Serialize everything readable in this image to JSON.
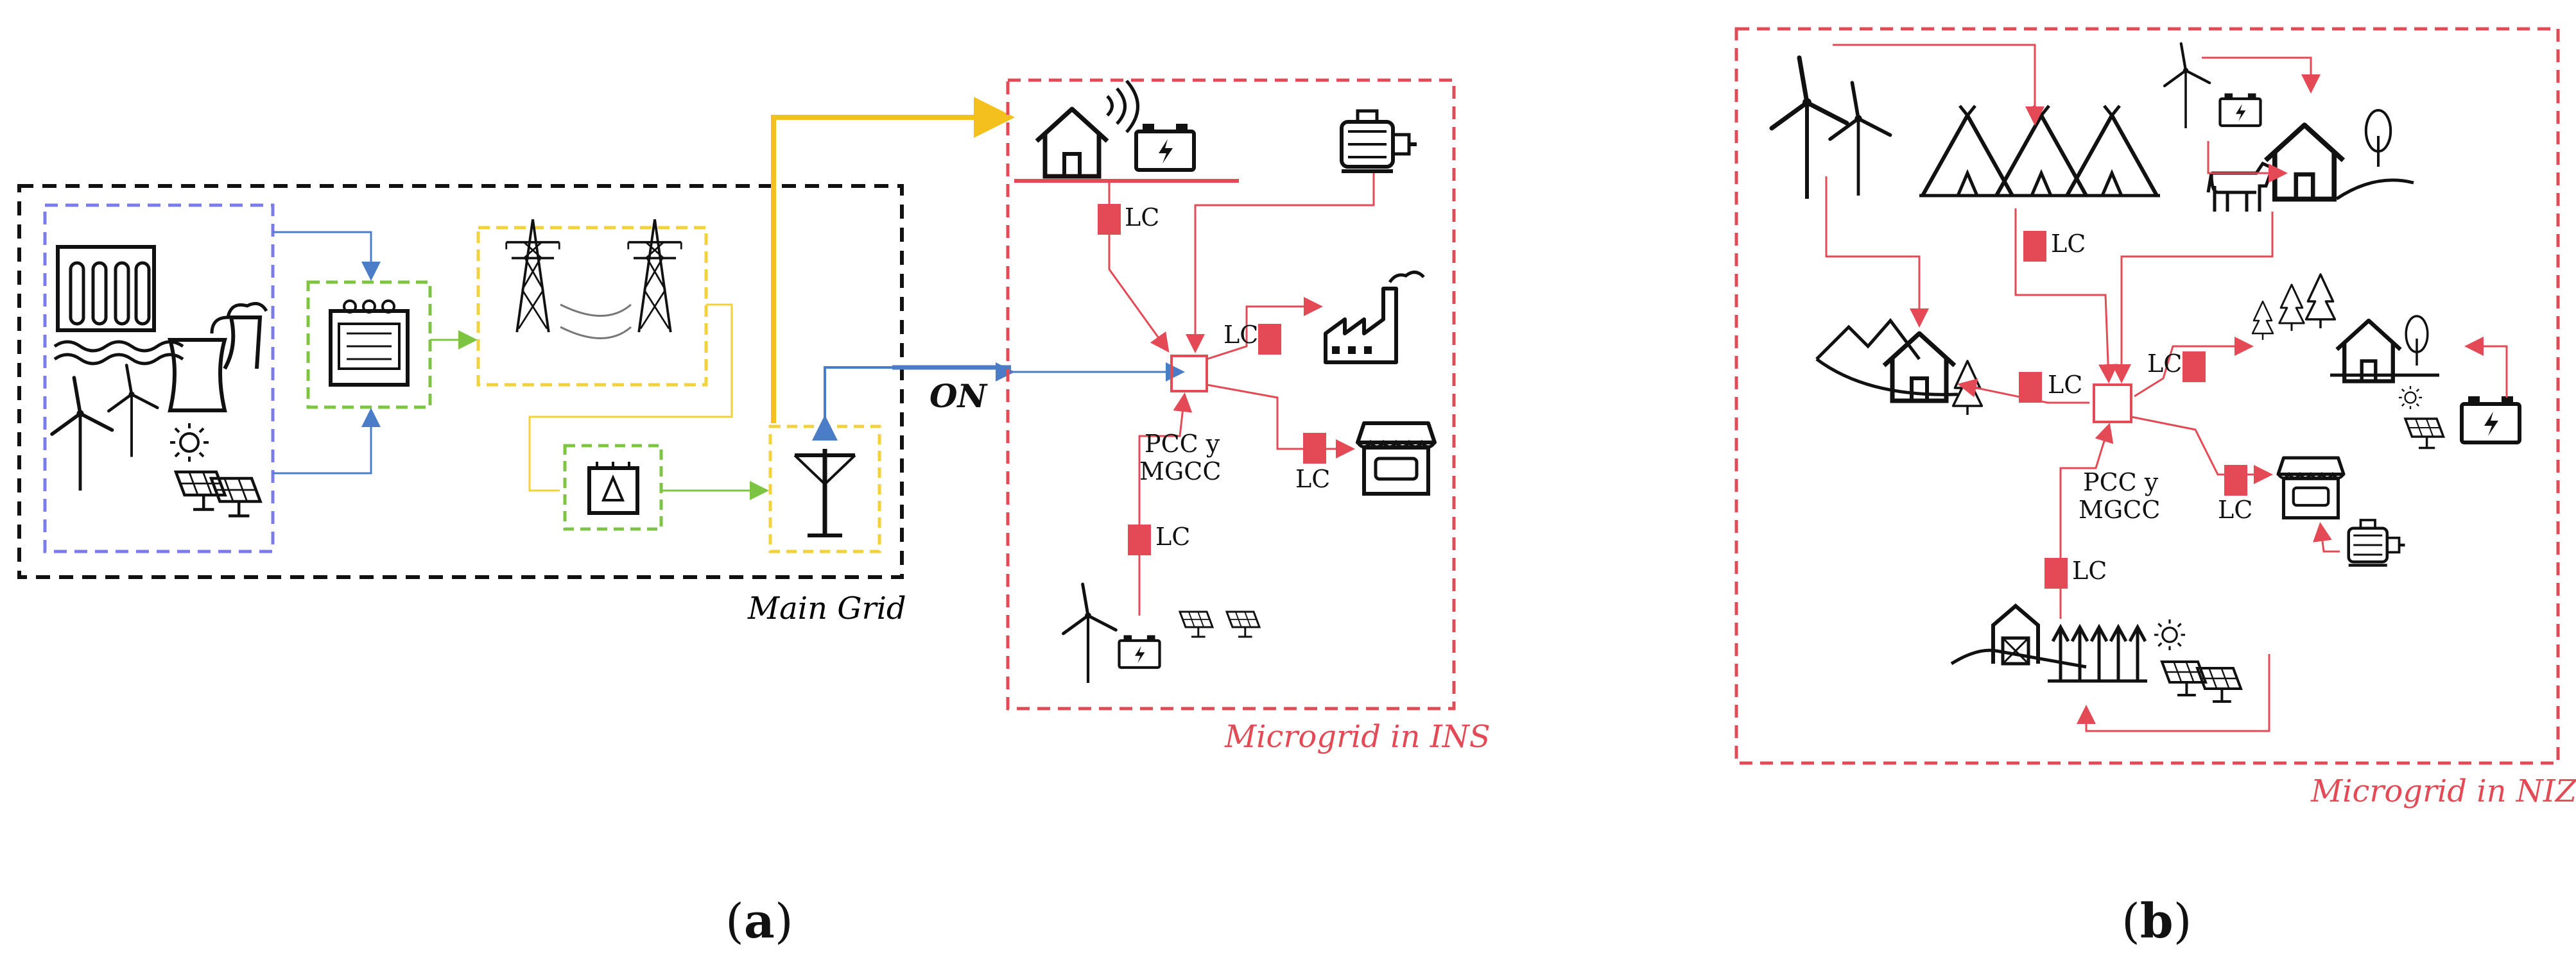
{
  "panel_a": {
    "main_grid_label": "Main Grid",
    "on_label": "ON",
    "microgrid_label": "Microgrid in INS",
    "pcc_line1": "PCC y",
    "pcc_line2": "MGCC",
    "lc": "LC",
    "caption_open": "(",
    "caption_letter": "a",
    "caption_close": ")"
  },
  "panel_b": {
    "microgrid_label": "Microgrid in NIZ",
    "pcc_line1": "PCC y",
    "pcc_line2": "MGCC",
    "lc": "LC",
    "caption_open": "(",
    "caption_letter": "b",
    "caption_close": ")"
  },
  "colors": {
    "main_grid_border": "#111111",
    "generation_border": "#7b7bf0",
    "substation_border": "#7dc443",
    "transmission_border": "#f2d23a",
    "microgrid_border": "#e34a55",
    "lc_box": "#e34a55",
    "feeder_line": "#f4c01e",
    "blue_line": "#4a7cc8"
  },
  "icons": [
    "dam-icon",
    "wind-turbine-icon",
    "cooling-tower-icon",
    "solar-panel-icon",
    "transformer-icon",
    "transmission-tower-icon",
    "distribution-pole-icon",
    "house-icon",
    "battery-icon",
    "motor-icon",
    "factory-icon",
    "shop-icon",
    "tipi-icon",
    "tree-icon",
    "cow-icon",
    "barn-icon",
    "wheat-icon",
    "mountain-icon"
  ]
}
